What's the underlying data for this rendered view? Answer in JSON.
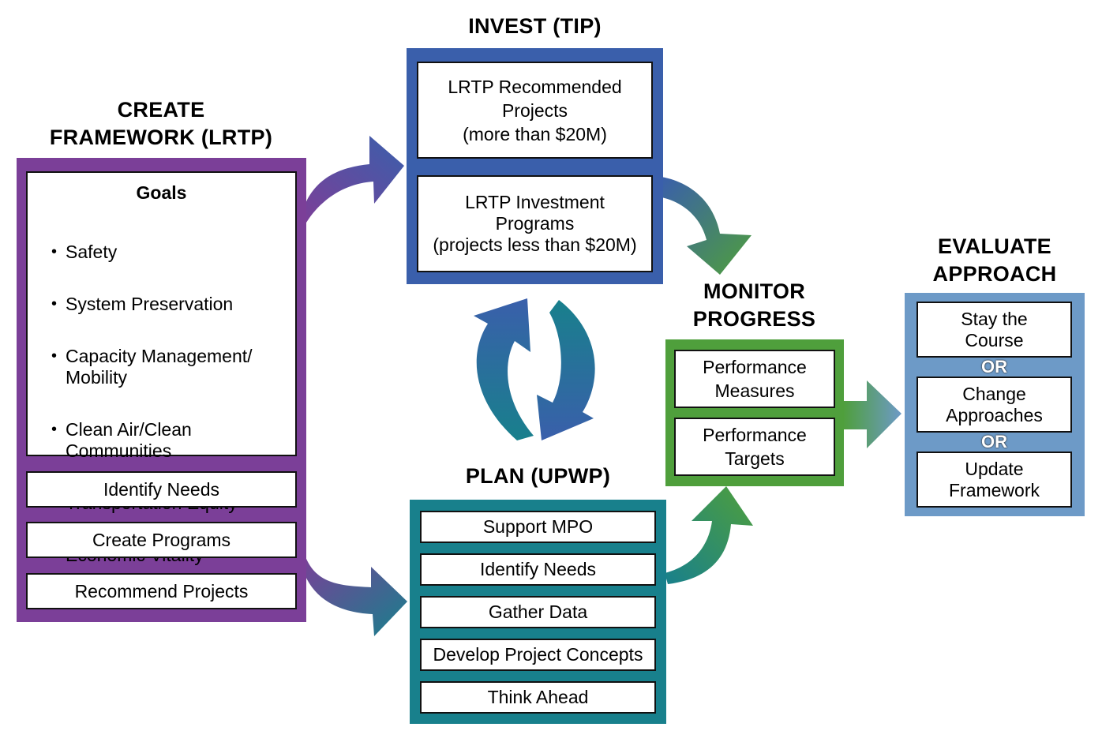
{
  "colors": {
    "purple": "#7b3f98",
    "blue": "#3a5fab",
    "teal": "#18808c",
    "green": "#4f9f3c",
    "steel_blue": "#6d9ac7"
  },
  "create": {
    "title": "CREATE\nFRAMEWORK (LRTP)",
    "goals_title": "Goals",
    "goals": [
      "Safety",
      "System Preservation",
      "Capacity Management/\nMobility",
      "Clean Air/Clean\nCommunities",
      "Transportation Equity",
      "Economic Vitality"
    ],
    "boxes": [
      "Identify Needs",
      "Create Programs",
      "Recommend Projects"
    ]
  },
  "invest": {
    "title": "INVEST (TIP)",
    "boxes": [
      "LRTP Recommended\nProjects\n(more than $20M)",
      "LRTP Investment\nPrograms\n(projects less than $20M)"
    ]
  },
  "plan": {
    "title": "PLAN (UPWP)",
    "boxes": [
      "Support MPO",
      "Identify Needs",
      "Gather Data",
      "Develop Project Concepts",
      "Think Ahead"
    ]
  },
  "monitor": {
    "title": "MONITOR\nPROGRESS",
    "boxes": [
      "Performance\nMeasures",
      "Performance\nTargets"
    ]
  },
  "evaluate": {
    "title": "EVALUATE\nAPPROACH",
    "boxes": [
      "Stay the\nCourse",
      "Change\nApproaches",
      "Update\nFramework"
    ],
    "separators": [
      "OR",
      "OR"
    ]
  }
}
